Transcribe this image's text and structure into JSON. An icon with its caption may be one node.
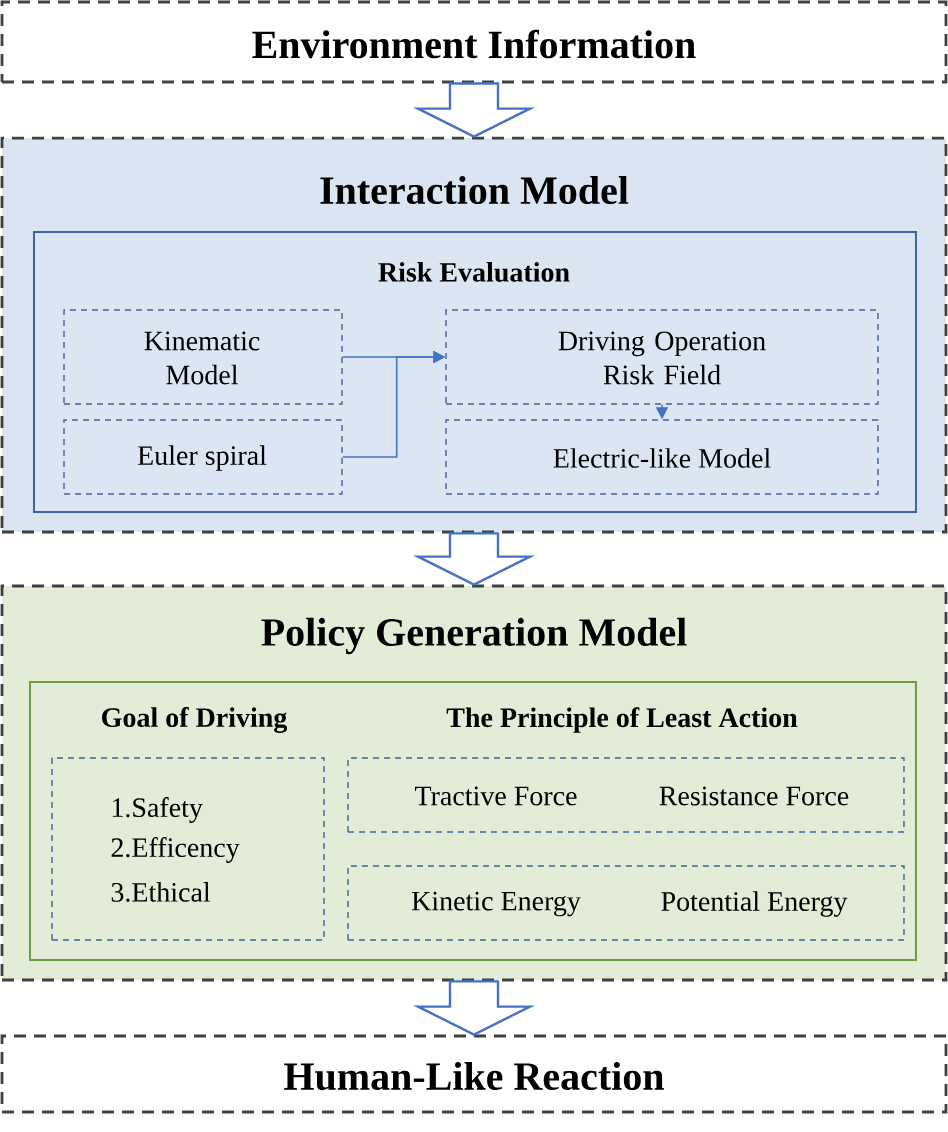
{
  "diagram": {
    "nodes": [
      {
        "text": [
          "Environment Information"
        ]
      },
      {
        "text": [
          "Interaction Model"
        ]
      },
      {
        "text": [
          "Risk Evaluation"
        ],
        "in": 1
      },
      {
        "text": [
          "Kinematic Model"
        ],
        "in": 2
      },
      {
        "text": [
          "Euler spiral"
        ],
        "in": 2
      },
      {
        "text": [
          "Driving Operation Risk Field"
        ],
        "in": 2
      },
      {
        "text": [
          "Electric-like Model"
        ],
        "in": 2
      },
      {
        "text": [
          "Policy Generation Model"
        ]
      },
      {
        "text": [
          "Goal of Driving",
          "The Principle of Least Action"
        ],
        "in": 7
      },
      {
        "text": [
          "1.Safety",
          "2.Efficency",
          "3.Ethical"
        ],
        "in": 8
      },
      {
        "text": [
          "Tractive Force",
          "Resistance Force"
        ],
        "in": 8
      },
      {
        "text": [
          "Kinetic Energy",
          "Potential Energy"
        ],
        "in": 8
      },
      {
        "text": [
          "Human-Like Reaction"
        ]
      }
    ],
    "edges": [
      {
        "from": 0,
        "to": 1,
        "arrow": "to"
      },
      {
        "from": 3,
        "to": 5,
        "arrow": "to"
      },
      {
        "from": 4,
        "to": 5,
        "arrow": "to"
      },
      {
        "from": 5,
        "to": 6,
        "arrow": "to"
      },
      {
        "from": 1,
        "to": 7,
        "arrow": "to"
      },
      {
        "from": 7,
        "to": 12,
        "arrow": "to"
      }
    ]
  }
}
